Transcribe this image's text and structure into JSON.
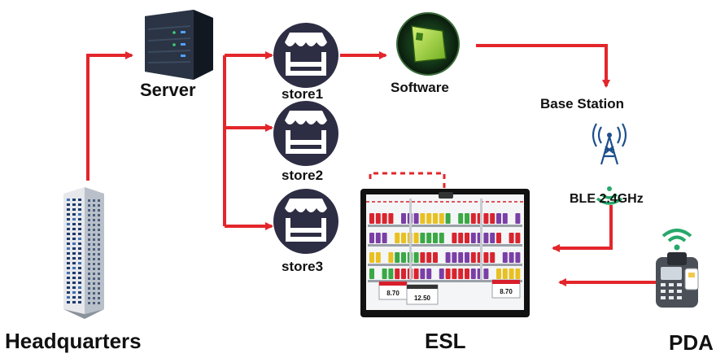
{
  "labels": {
    "server": "Server",
    "store1": "store1",
    "store2": "store2",
    "store3": "store3",
    "software": "Software",
    "base_station": "Base Station",
    "ble": "BLE 2.4GHz",
    "headquarters": "Headquarters",
    "esl": "ESL",
    "pda": "PDA"
  },
  "esl_screen": {
    "prices": [
      "8.70",
      "12.50",
      "8.70"
    ]
  },
  "colors": {
    "arrow": "#e3262b",
    "store_icon": "#2d2d44",
    "ble_wave": "#27a86b",
    "tower": "#1d4f8c",
    "software_screen": "#9acd32",
    "server_body": "#2a3444",
    "building": "#1e3a6a"
  }
}
